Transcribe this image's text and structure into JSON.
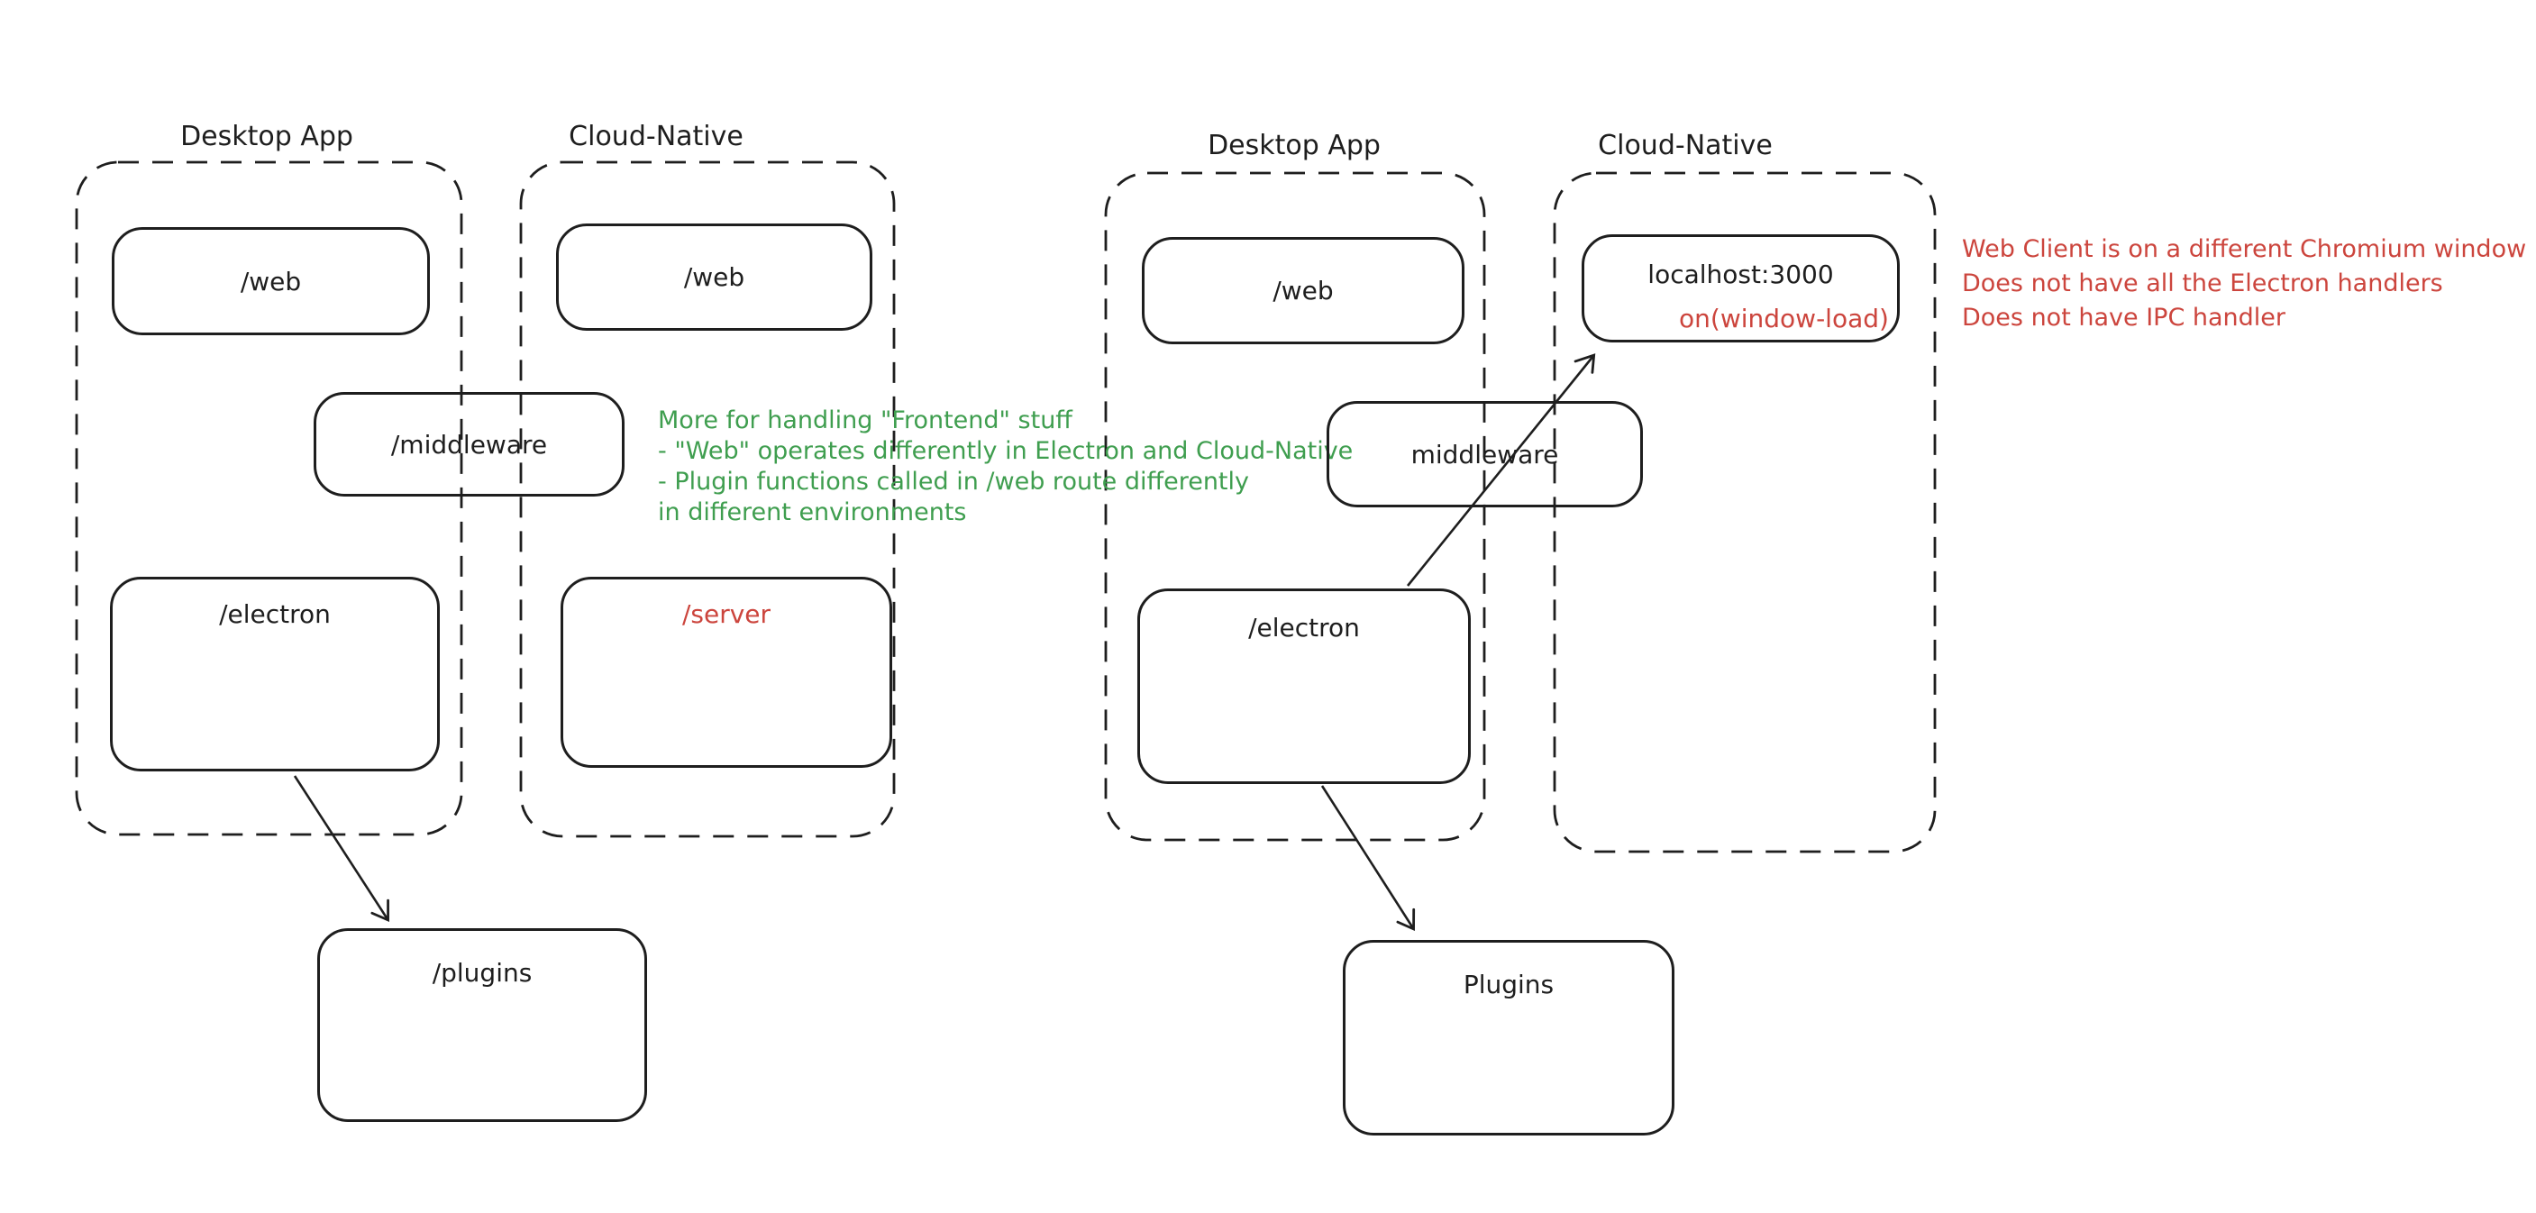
{
  "colors": {
    "stroke": "#1e1e1e",
    "green": "#3f9e4f",
    "red": "#cc453d",
    "background": "#ffffff"
  },
  "left": {
    "desktop_label": "Desktop App",
    "cloud_label": "Cloud-Native",
    "desktop_web": "/web",
    "cloud_web": "/web",
    "middleware": "/middleware",
    "electron": "/electron",
    "server": "/server",
    "plugins": "/plugins",
    "note_lines": [
      "More for handling \"Frontend\" stuff",
      "- \"Web\" operates differently in Electron and Cloud-Native",
      "- Plugin functions called in /web route differently",
      "in different environments"
    ]
  },
  "right": {
    "desktop_label": "Desktop App",
    "cloud_label": "Cloud-Native",
    "desktop_web": "/web",
    "localhost": "localhost:3000",
    "window_load": "on(window-load)",
    "middleware": "middleware",
    "electron": "/electron",
    "plugins": "Plugins",
    "note_lines": [
      "Web Client is on a different Chromium window",
      "Does not have all the Electron handlers",
      "Does not have IPC handler"
    ]
  }
}
